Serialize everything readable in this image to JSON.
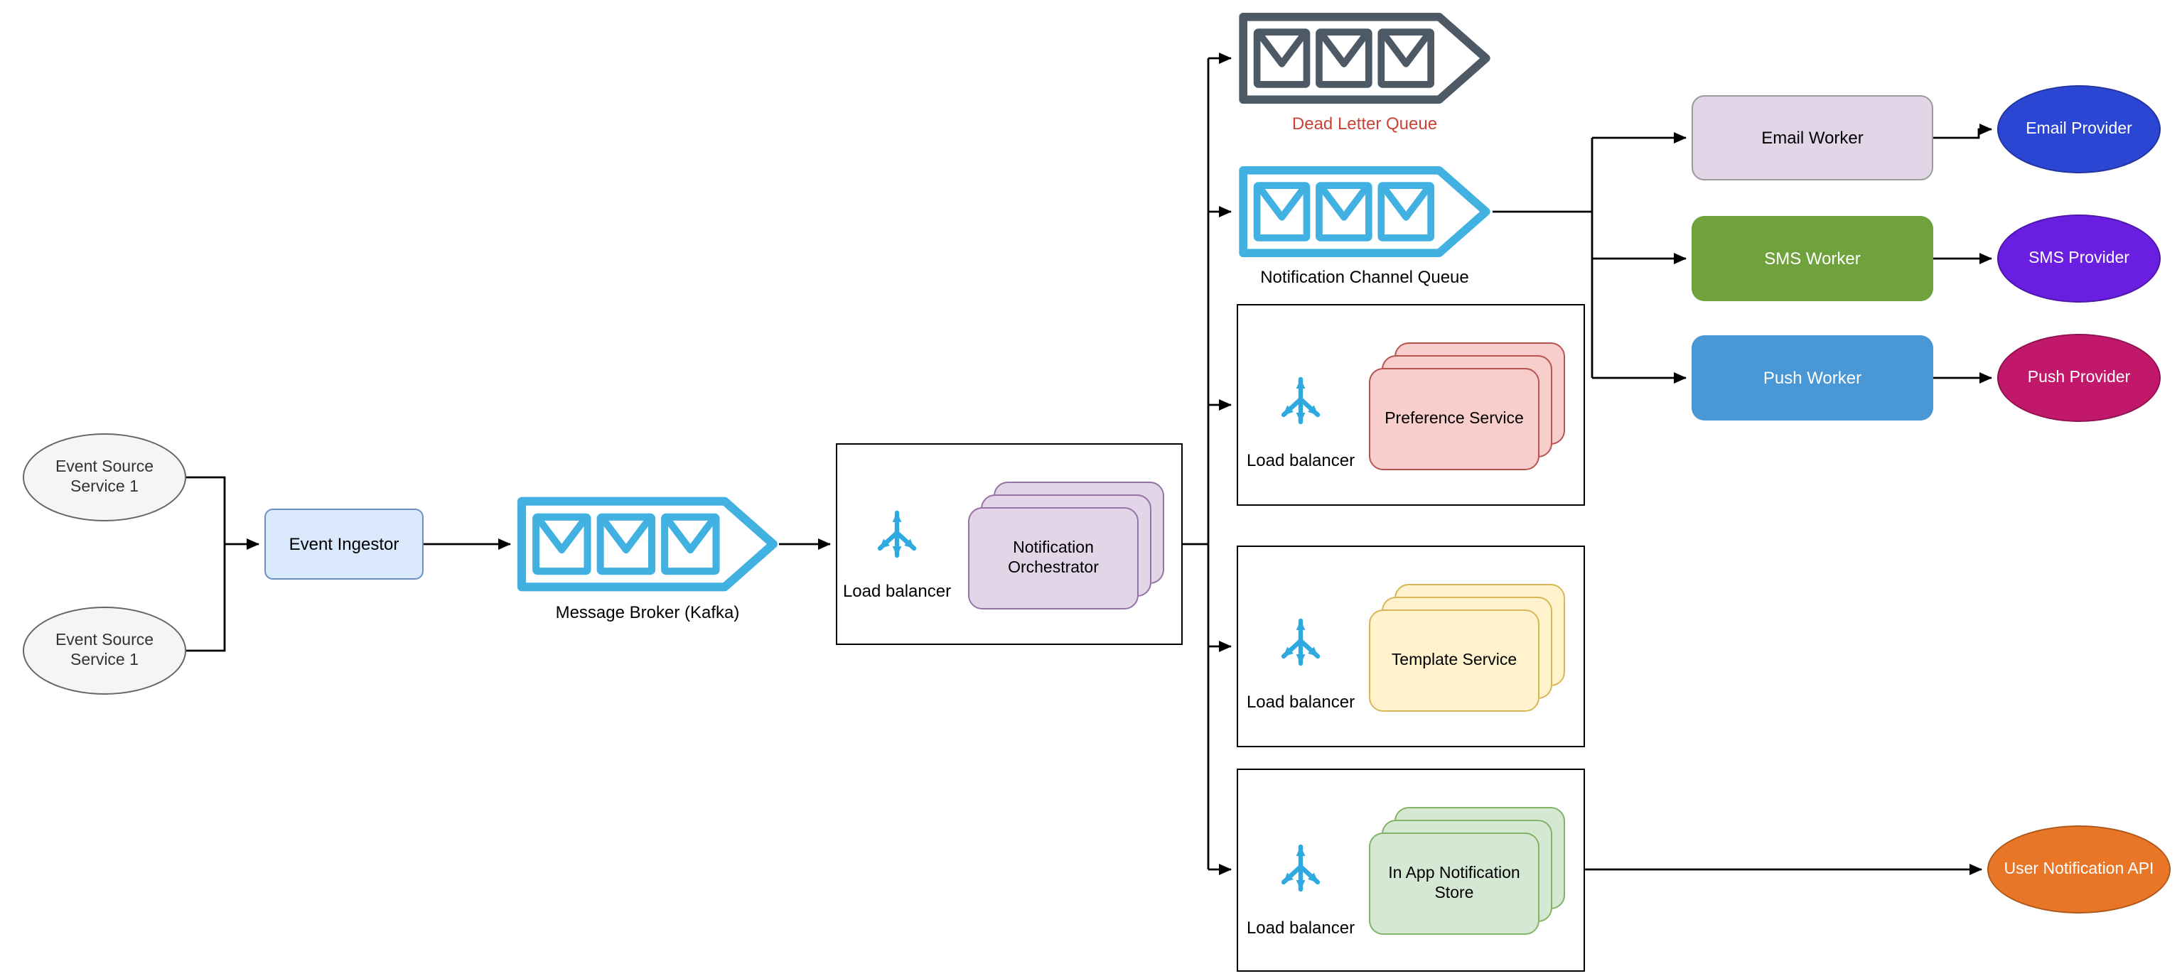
{
  "diagram": {
    "nodes": {
      "event_source_1": {
        "label": "Event Source\nService 1"
      },
      "event_source_2": {
        "label": "Event Source\nService 1"
      },
      "event_ingestor": {
        "label": "Event Ingestor"
      },
      "message_broker": {
        "label": "Message Broker (Kafka)"
      },
      "orchestrator": {
        "lb_label": "Load balancer",
        "label": "Notification\nOrchestrator"
      },
      "dead_letter_queue": {
        "label": "Dead Letter Queue"
      },
      "notification_channel_queue": {
        "label": "Notification Channel Queue"
      },
      "preference_service": {
        "lb_label": "Load balancer",
        "label": "Preference Service"
      },
      "template_service": {
        "lb_label": "Load balancer",
        "label": "Template Service"
      },
      "in_app_store": {
        "lb_label": "Load balancer",
        "label": "In App Notification\nStore"
      },
      "email_worker": {
        "label": "Email Worker"
      },
      "sms_worker": {
        "label": "SMS Worker"
      },
      "push_worker": {
        "label": "Push Worker"
      },
      "email_provider": {
        "label": "Email Provider"
      },
      "sms_provider": {
        "label": "SMS Provider"
      },
      "push_provider": {
        "label": "Push Provider"
      },
      "user_notification_api": {
        "label": "User Notification API"
      }
    },
    "colors": {
      "queue_blue": "#41b1e1",
      "queue_dark_gray": "#4d5a66",
      "dead_letter_label_red": "#cb4335",
      "load_balancer_icon_blue": "#2fa9e0",
      "source_ellipse_fill": "#f5f5f5",
      "ingestor_fill": "#dae8fc",
      "ingestor_border": "#6c8ebf",
      "orchestrator_card_fill": "#e1d5e7",
      "orchestrator_card_border": "#9673a6",
      "preference_card_fill": "#f8cecc",
      "preference_card_border": "#b85450",
      "template_card_fill": "#fff2cc",
      "template_card_border": "#d6b656",
      "in_app_card_fill": "#d5e8d4",
      "in_app_card_border": "#82b366",
      "email_worker_fill": "#e1d5e7",
      "sms_worker_fill": "#6fa23c",
      "push_worker_fill": "#4a97d6",
      "email_provider_fill": "#2c46d4",
      "sms_provider_fill": "#6a1fe0",
      "push_provider_fill": "#c2186b",
      "user_api_fill": "#e97626"
    },
    "edges": [
      {
        "from": "event_source_1",
        "to": "event_ingestor"
      },
      {
        "from": "event_source_2",
        "to": "event_ingestor"
      },
      {
        "from": "event_ingestor",
        "to": "message_broker"
      },
      {
        "from": "message_broker",
        "to": "orchestrator"
      },
      {
        "from": "orchestrator",
        "to": "dead_letter_queue"
      },
      {
        "from": "orchestrator",
        "to": "notification_channel_queue"
      },
      {
        "from": "orchestrator",
        "to": "preference_service"
      },
      {
        "from": "orchestrator",
        "to": "template_service"
      },
      {
        "from": "orchestrator",
        "to": "in_app_store"
      },
      {
        "from": "notification_channel_queue",
        "to": "email_worker"
      },
      {
        "from": "notification_channel_queue",
        "to": "sms_worker"
      },
      {
        "from": "notification_channel_queue",
        "to": "push_worker"
      },
      {
        "from": "email_worker",
        "to": "email_provider"
      },
      {
        "from": "sms_worker",
        "to": "sms_provider"
      },
      {
        "from": "push_worker",
        "to": "push_provider"
      },
      {
        "from": "in_app_store",
        "to": "user_notification_api"
      }
    ]
  }
}
